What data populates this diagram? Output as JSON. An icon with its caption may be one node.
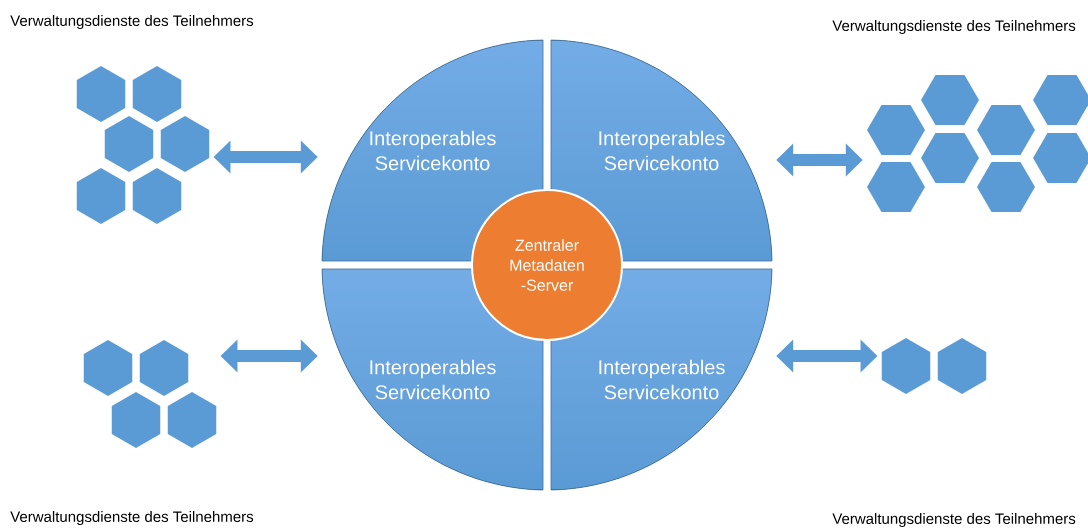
{
  "diagram": {
    "nodes": [
      {
        "text": [
          "Interoperables Servicekonto"
        ]
      },
      {
        "text": [
          "Interoperables Servicekonto"
        ]
      },
      {
        "text": [
          "Interoperables Servicekonto"
        ]
      },
      {
        "text": [
          "Interoperables Servicekonto"
        ]
      },
      {
        "text": [
          "Zentraler Metadaten -Server"
        ]
      },
      {
        "text": [],
        "shape": "hexagon"
      },
      {
        "text": [],
        "shape": "hexagon"
      },
      {
        "text": [],
        "shape": "hexagon"
      },
      {
        "text": [],
        "shape": "hexagon"
      }
    ],
    "edges": [
      {
        "from": 5,
        "to": 0,
        "arrow": "both"
      },
      {
        "from": 1,
        "to": 6,
        "arrow": "both"
      },
      {
        "from": 7,
        "to": 2,
        "arrow": "both"
      },
      {
        "from": 3,
        "to": 8,
        "arrow": "both"
      }
    ],
    "labels": [
      "Verwaltungsdienste des Teilnehmers",
      "Verwaltungsdienste des Teilnehmers",
      "Verwaltungsdienste des Teilnehmers",
      "Verwaltungsdienste des Teilnehmers"
    ]
  }
}
